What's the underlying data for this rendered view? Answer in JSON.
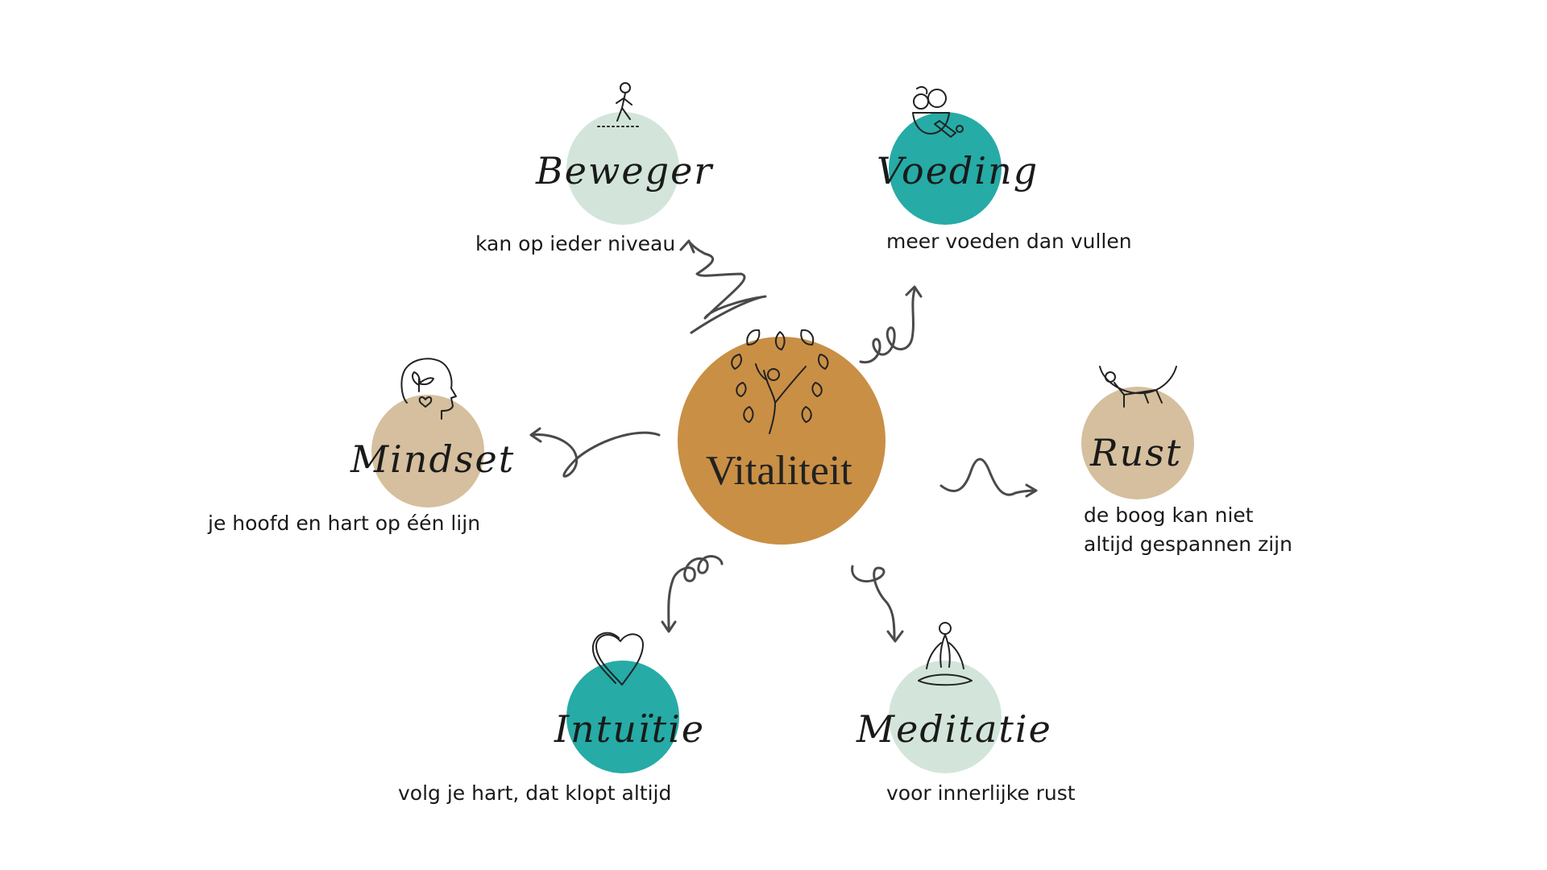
{
  "center": {
    "title": "Vitaliteit",
    "color": "#C98F45",
    "icon": "tree-person-icon"
  },
  "nodes": [
    {
      "id": "beweger",
      "label": "Beweger",
      "description": "kan op ieder niveau",
      "color": "#D3E5DB",
      "icon": "walking-person-icon"
    },
    {
      "id": "voeding",
      "label": "Voeding",
      "description": "meer voeden dan vullen",
      "color": "#26ABA6",
      "icon": "food-bowl-icon"
    },
    {
      "id": "mindset",
      "label": "Mindset",
      "description": "je hoofd en hart op één lijn",
      "color": "#D5BF9E",
      "icon": "head-heart-icon"
    },
    {
      "id": "rust",
      "label": "Rust",
      "description_lines": [
        "de boog kan niet",
        "altijd gespannen zijn"
      ],
      "color": "#D5BF9E",
      "icon": "resting-person-icon"
    },
    {
      "id": "intuitie",
      "label": "Intuïtie",
      "description": "volg je hart, dat klopt altijd",
      "color": "#26ABA6",
      "icon": "heart-icon"
    },
    {
      "id": "meditatie",
      "label": "Meditatie",
      "description": "voor innerlijke rust",
      "color": "#D3E5DB",
      "icon": "meditating-person-icon"
    }
  ]
}
